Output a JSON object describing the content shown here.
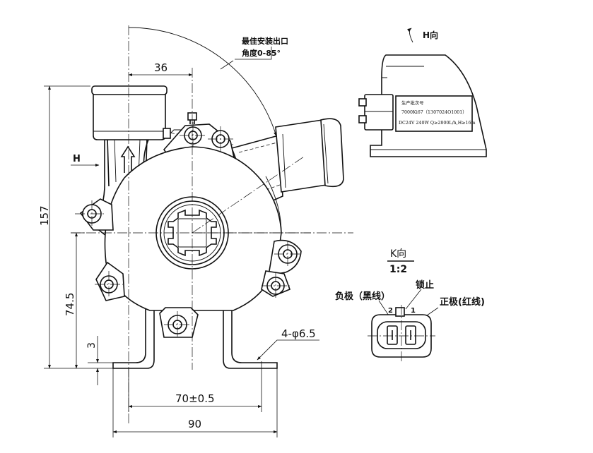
{
  "dimensions": {
    "d36": "36",
    "d157": "157",
    "d74_5": "74.5",
    "d3": "3",
    "d70": "70±0.5",
    "d90": "90",
    "hole": "4-φ6.5"
  },
  "notes": {
    "outlet_angle_line1": "最佳安装出口",
    "outlet_angle_line2": "角度0-85°",
    "h_marker": "H",
    "h_view": "H向",
    "k_view": "K向",
    "k_scale": "1:2",
    "negative": "负极（黑线）",
    "lock": "锁止",
    "positive": "正极(红线)",
    "pin2": "2",
    "pin1": "1"
  },
  "nameplate": {
    "line1": "生产批次号",
    "line2": "7000Ki67（1307024O1001）",
    "line3": "DC24V  240W  Q≥2800L/h,H≥16m"
  }
}
